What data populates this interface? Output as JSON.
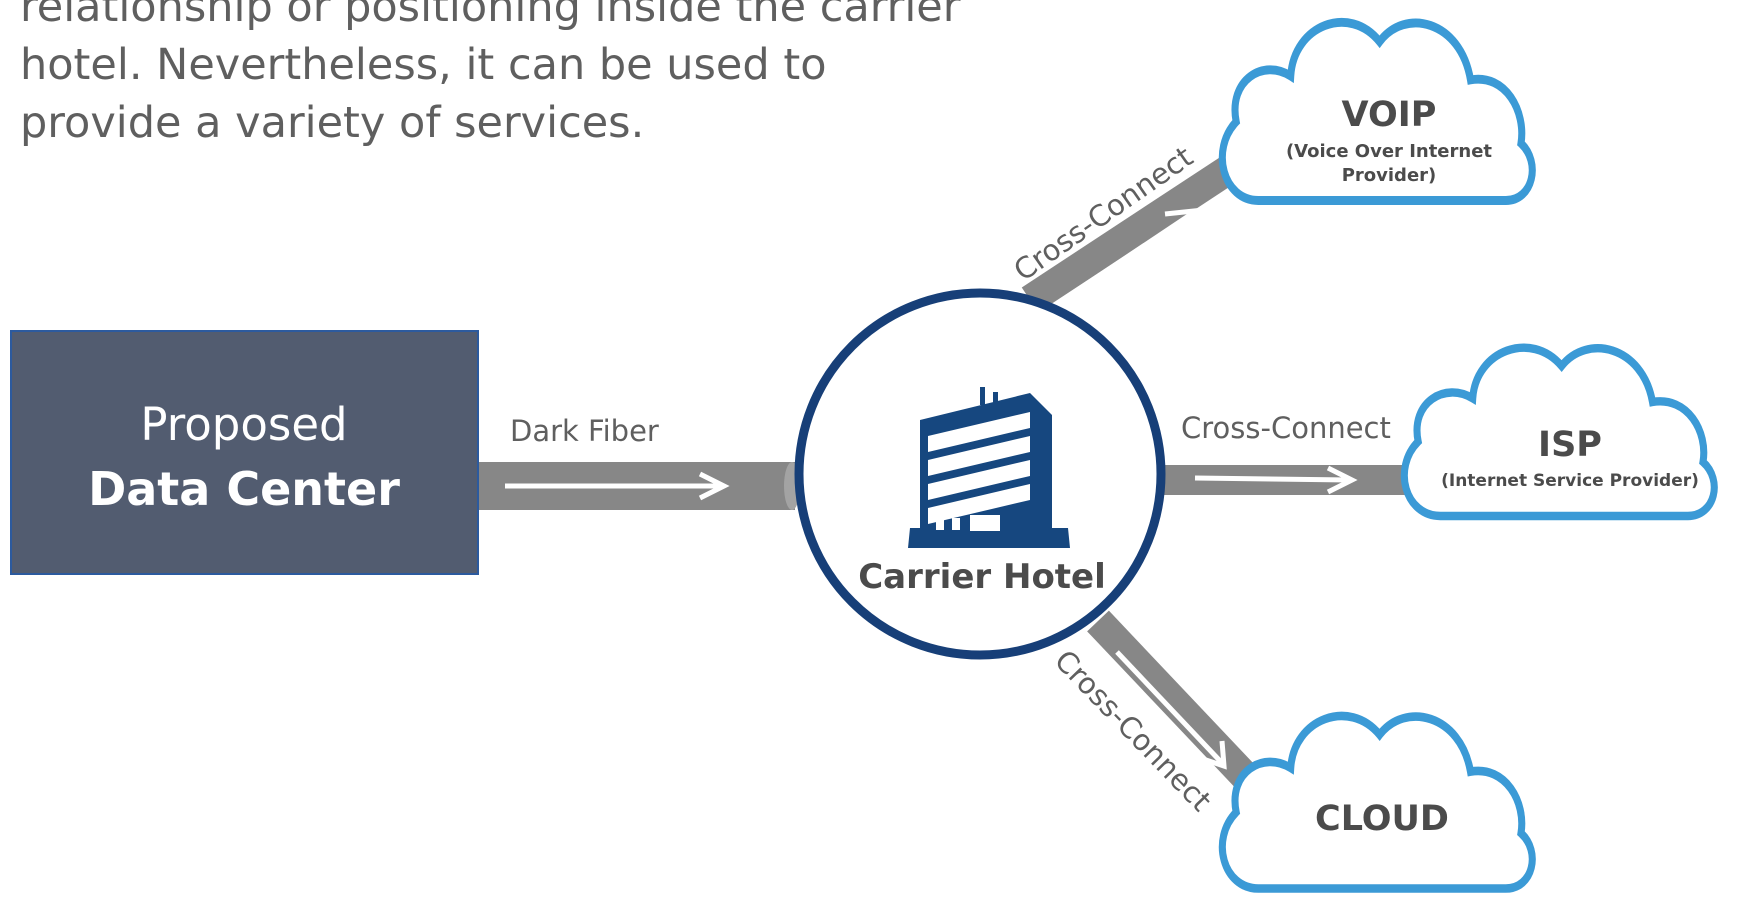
{
  "intro": {
    "lines": [
      "relationship or positioning inside the carrier",
      "hotel. Nevertheless, it can be used to",
      "provide a variety of services."
    ]
  },
  "data_center": {
    "line1": "Proposed",
    "line2": "Data Center"
  },
  "links": {
    "dark_fiber": "Dark Fiber",
    "voip_cross_connect": "Cross-Connect",
    "isp_cross_connect": "Cross-Connect",
    "cloud_cross_connect": "Cross-Connect"
  },
  "hub": {
    "label": "Carrier Hotel"
  },
  "clouds": {
    "voip": {
      "title": "VOIP",
      "subtitle_line1": "(Voice Over Internet",
      "subtitle_line2": "Provider)"
    },
    "isp": {
      "title": "ISP",
      "subtitle": "(Internet Service Provider)"
    },
    "cloud": {
      "title": "CLOUD"
    }
  },
  "colors": {
    "box_fill": "#525c70",
    "box_border": "#2c5a9e",
    "pipe": "#878787",
    "hub_ring": "#173f78",
    "building": "#16477f",
    "cloud_stroke": "#3b9ad6",
    "text_dark": "#4b4b4b",
    "text_mid": "#5f5f5f"
  }
}
